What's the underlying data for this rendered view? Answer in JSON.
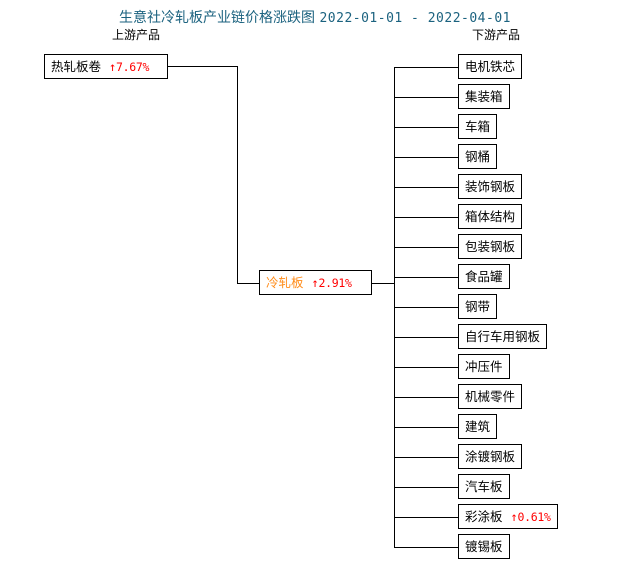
{
  "chart_data": {
    "type": "diagram",
    "title_main": "生意社冷轧板产业链价格涨跌图",
    "title_dates": "2022-01-01 - 2022-04-01",
    "date_start": "2022-01-01",
    "date_end": "2022-04-01",
    "colors": {
      "title": "#1b627f",
      "up_change": "#ff0000",
      "center_name": "#ff8c1a",
      "node_border": "#000000",
      "node_text": "#000000",
      "connector": "#000000",
      "background": "#ffffff"
    },
    "headers": {
      "upstream": "上游产品",
      "downstream": "下游产品"
    },
    "center_node": {
      "name": "冷轧板",
      "arrow": "↑",
      "change": "2.91%",
      "direction": "up"
    },
    "upstream": [
      {
        "name": "热轧板卷",
        "arrow": "↑",
        "change": "7.67%",
        "direction": "up"
      }
    ],
    "downstream": [
      {
        "name": "电机铁芯",
        "arrow": "",
        "change": "",
        "direction": "none"
      },
      {
        "name": "集装箱",
        "arrow": "",
        "change": "",
        "direction": "none"
      },
      {
        "name": "车箱",
        "arrow": "",
        "change": "",
        "direction": "none"
      },
      {
        "name": "钢桶",
        "arrow": "",
        "change": "",
        "direction": "none"
      },
      {
        "name": "装饰钢板",
        "arrow": "",
        "change": "",
        "direction": "none"
      },
      {
        "name": "箱体结构",
        "arrow": "",
        "change": "",
        "direction": "none"
      },
      {
        "name": "包装钢板",
        "arrow": "",
        "change": "",
        "direction": "none"
      },
      {
        "name": "食品罐",
        "arrow": "",
        "change": "",
        "direction": "none"
      },
      {
        "name": "钢带",
        "arrow": "",
        "change": "",
        "direction": "none"
      },
      {
        "name": "自行车用钢板",
        "arrow": "",
        "change": "",
        "direction": "none"
      },
      {
        "name": "冲压件",
        "arrow": "",
        "change": "",
        "direction": "none"
      },
      {
        "name": "机械零件",
        "arrow": "",
        "change": "",
        "direction": "none"
      },
      {
        "name": "建筑",
        "arrow": "",
        "change": "",
        "direction": "none"
      },
      {
        "name": "涂镀钢板",
        "arrow": "",
        "change": "",
        "direction": "none"
      },
      {
        "name": "汽车板",
        "arrow": "",
        "change": "",
        "direction": "none"
      },
      {
        "name": "彩涂板",
        "arrow": "↑",
        "change": "0.61%",
        "direction": "up"
      },
      {
        "name": "镀锡板",
        "arrow": "",
        "change": "",
        "direction": "none"
      }
    ]
  }
}
